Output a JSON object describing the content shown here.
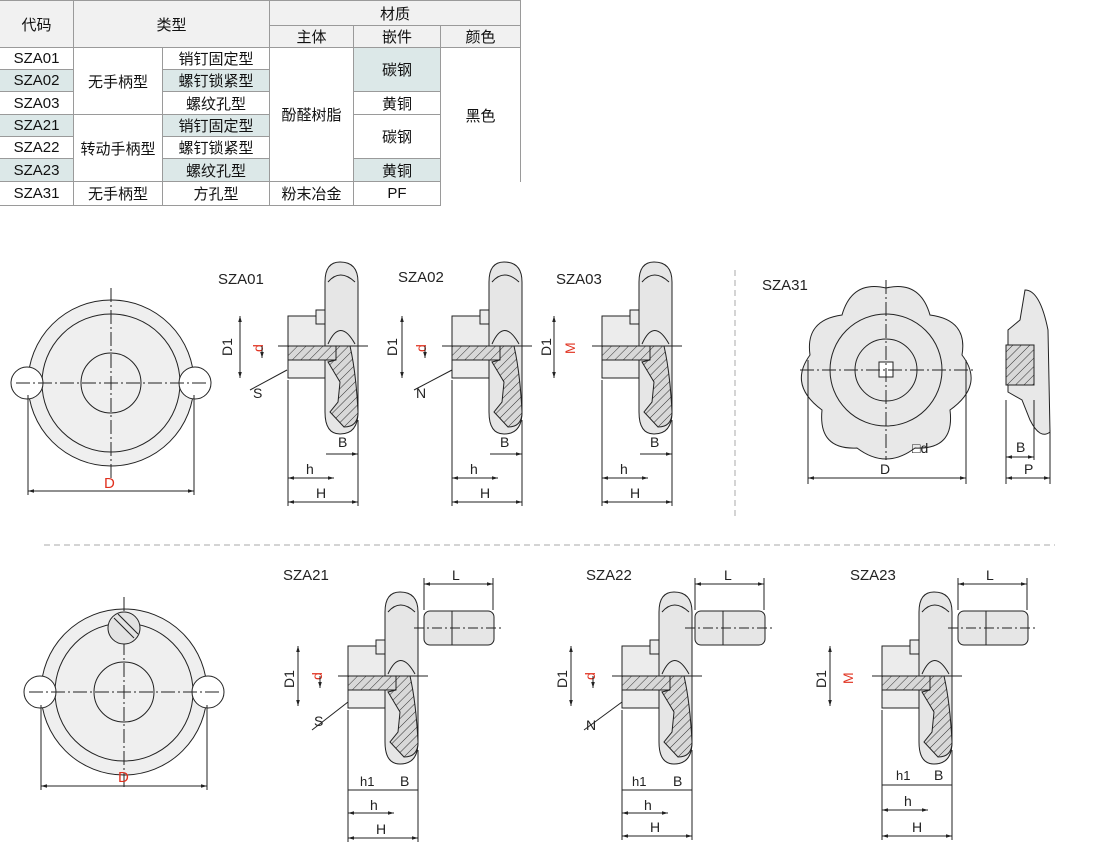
{
  "table": {
    "headers": {
      "code": "代码",
      "type": "类型",
      "material": "材质",
      "body": "主体",
      "insert": "嵌件",
      "color": "颜色"
    },
    "codes": [
      "SZA01",
      "SZA02",
      "SZA03",
      "SZA21",
      "SZA22",
      "SZA23",
      "SZA31"
    ],
    "handle_types": [
      "无手柄型",
      "转动手柄型",
      "无手柄型"
    ],
    "fix_types": [
      "销钉固定型",
      "螺钉锁紧型",
      "螺纹孔型",
      "销钉固定型",
      "螺钉锁紧型",
      "螺纹孔型",
      "方孔型"
    ],
    "body_materials": [
      "酚醛树脂",
      "粉末冶金"
    ],
    "insert_materials": [
      "碳钢",
      "黄铜",
      "碳钢",
      "黄铜",
      "PF"
    ],
    "color": "黑色"
  },
  "diagrams": {
    "top": {
      "front_D": "D",
      "sza01": {
        "title": "SZA01",
        "D1": "D1",
        "d": "d",
        "S": "S",
        "B": "B",
        "h": "h",
        "H": "H"
      },
      "sza02": {
        "title": "SZA02",
        "D1": "D1",
        "d": "d",
        "N": "N",
        "B": "B",
        "h": "h",
        "H": "H"
      },
      "sza03": {
        "title": "SZA03",
        "D1": "D1",
        "M": "M",
        "B": "B",
        "h": "h",
        "H": "H"
      },
      "sza31": {
        "title": "SZA31",
        "D": "D",
        "sq_d": "□d",
        "B": "B",
        "P": "P"
      }
    },
    "bottom": {
      "front_D": "D",
      "sza21": {
        "title": "SZA21",
        "L": "L",
        "D1": "D1",
        "d": "d",
        "S": "S",
        "h1": "h1",
        "B": "B",
        "h": "h",
        "H": "H"
      },
      "sza22": {
        "title": "SZA22",
        "L": "L",
        "D1": "D1",
        "d": "d",
        "N": "N",
        "h1": "h1",
        "B": "B",
        "h": "h",
        "H": "H"
      },
      "sza23": {
        "title": "SZA23",
        "L": "L",
        "D1": "D1",
        "M": "M",
        "h1": "h1",
        "B": "B",
        "h": "h",
        "H": "H"
      }
    }
  },
  "colors": {
    "highlight": "#dce8e8",
    "header": "#f1f1f1",
    "dim_red": "#e0301e",
    "part_fill": "#e9e9e9"
  }
}
